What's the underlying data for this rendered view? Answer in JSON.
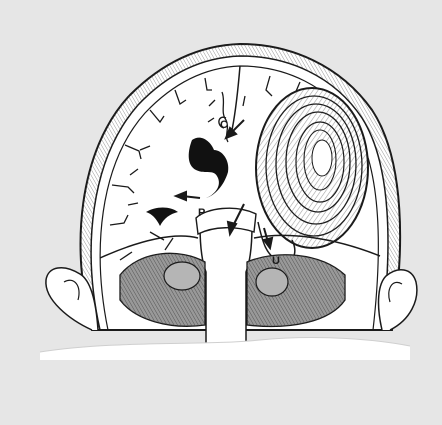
{
  "figure": {
    "labels": {
      "c": "C",
      "p": "P",
      "u": "U"
    },
    "colors": {
      "background": "#e6e6e6",
      "paper": "#ffffff",
      "ink": "#1a1a1a",
      "shade": "#777777"
    }
  }
}
